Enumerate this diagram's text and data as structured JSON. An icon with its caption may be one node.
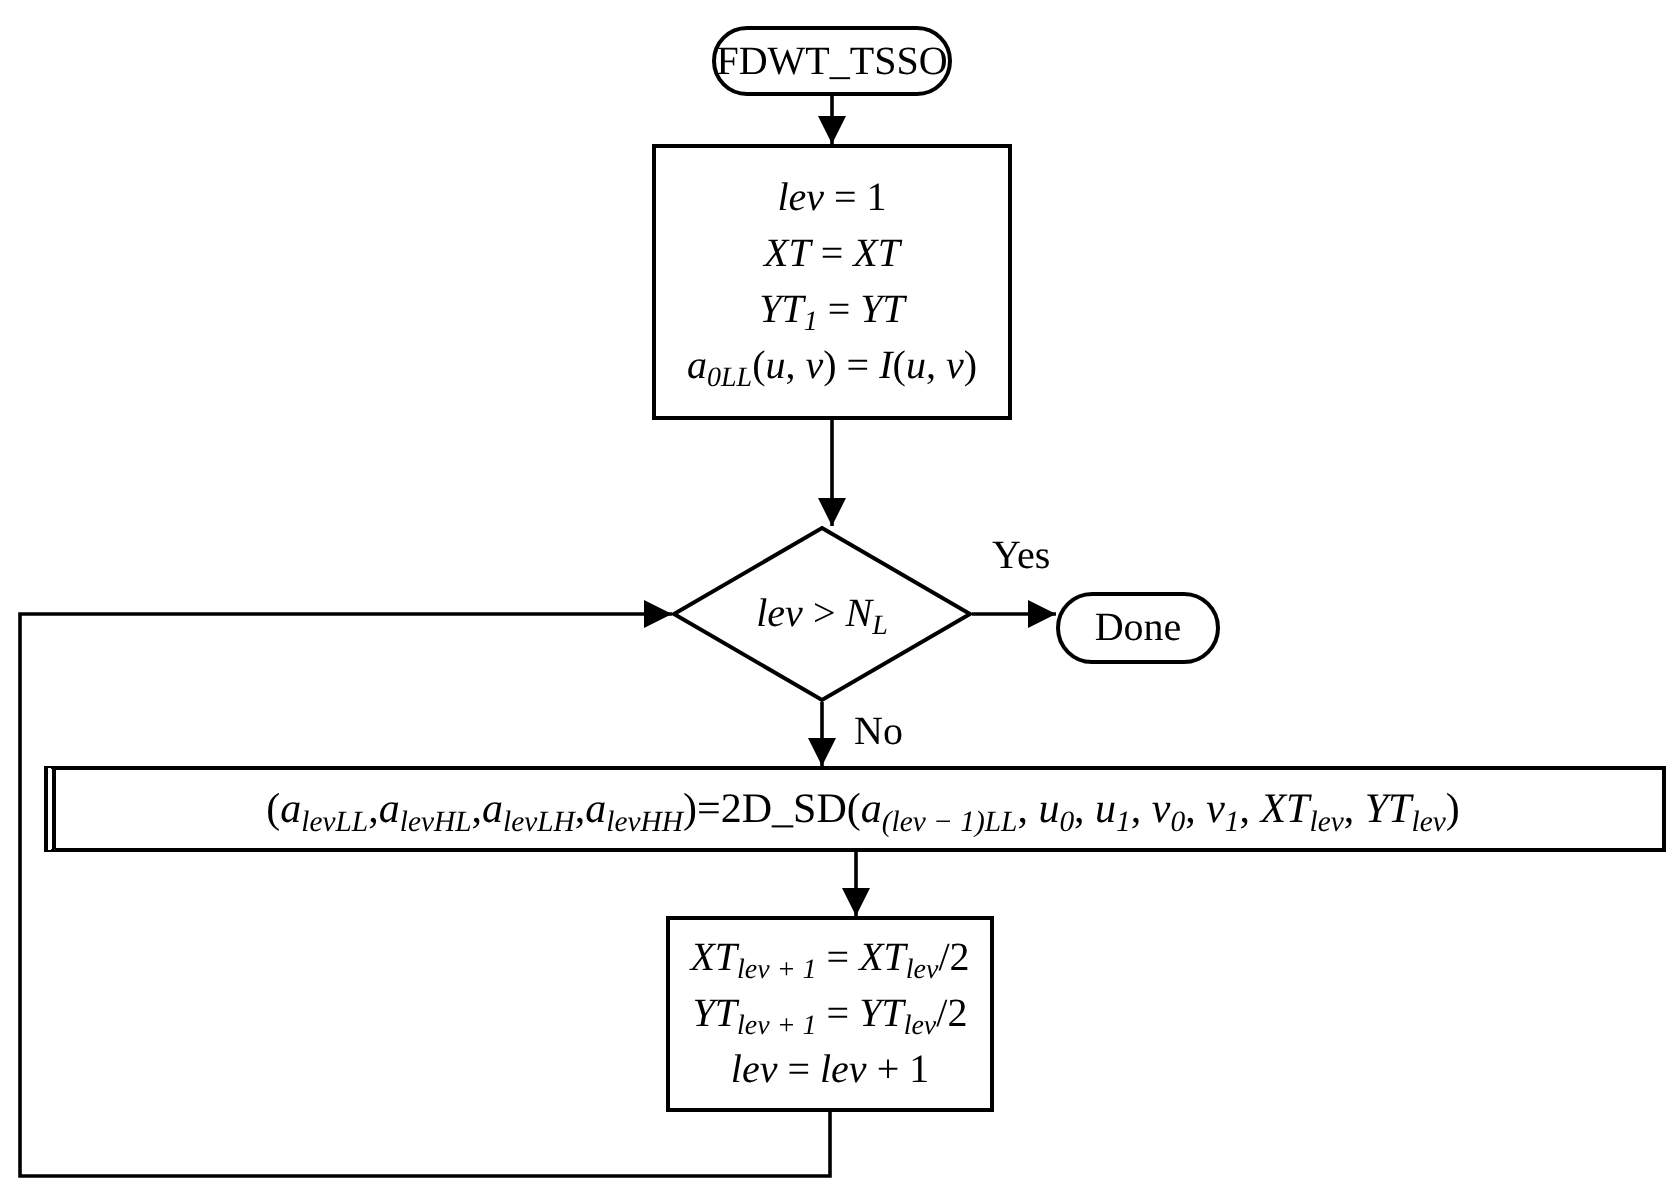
{
  "diagram": {
    "nodes": [
      {
        "text": [
          "FDWT_TSSO"
        ]
      },
      {
        "text": [
          "*lev* = 1",
          "*XT* = *XT*",
          "*YT*$_{1}$ = *YT*",
          "*a*$_{0LL}$(*u*, *v*) = *I*(*u*, *v*)"
        ]
      },
      {
        "text": [
          "*lev* > *N*$_{L}$"
        ]
      },
      {
        "text": [
          "(*a*$_{levLL}$,*a*$_{levHL}$,*a*$_{levLH}$,*a*$_{levHH}$)=2D_SD(*a*$_{(lev − 1)LL}$, *u*$_{0}$, *u*$_{1}$, *v*$_{0}$, *v*$_{1}$, *XT*$_{lev}$, *YT*$_{lev}$)"
        ]
      },
      {
        "text": [
          "*XT*$_{lev + 1}$ = *XT*$_{lev}$/2",
          "*YT*$_{lev + 1}$ = *YT*$_{lev}$/2",
          "*lev* = *lev* + 1"
        ]
      },
      {
        "text": [
          "Done"
        ]
      }
    ],
    "edges": [
      {
        "from": 0,
        "to": 1,
        "arrow": "to"
      },
      {
        "from": 1,
        "to": 2,
        "arrow": "to"
      },
      {
        "from": 2,
        "to": 5,
        "arrow": "to",
        "label": "Yes"
      },
      {
        "from": 2,
        "to": 3,
        "arrow": "to",
        "label": "No"
      },
      {
        "from": 3,
        "to": 4,
        "arrow": "to"
      },
      {
        "from": 4,
        "to": 2,
        "arrow": "to"
      }
    ]
  }
}
